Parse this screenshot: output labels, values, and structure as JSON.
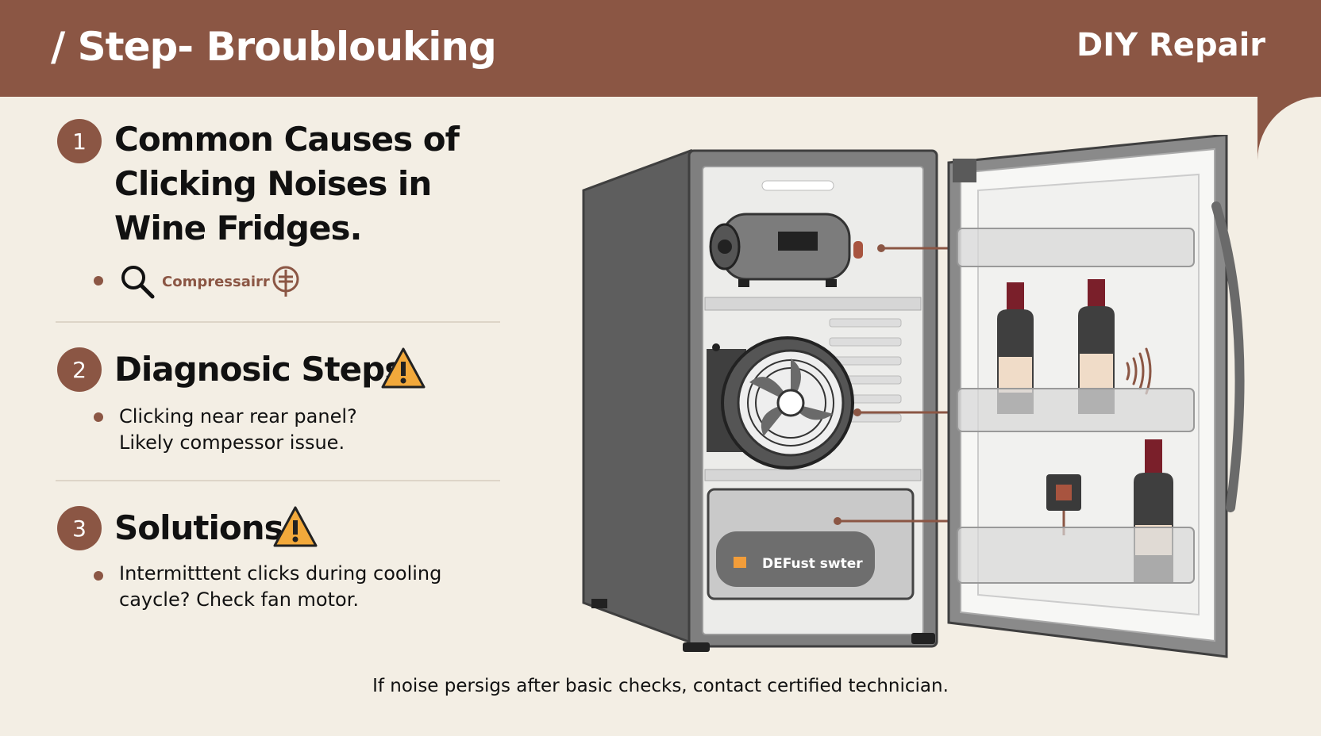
{
  "header": {
    "title": "/ Step- Broublouking",
    "badge": "DIY Repair"
  },
  "sections": [
    {
      "number": "1",
      "title_lines": [
        "Common Causes of",
        "Clicking Noises in",
        "Wine Fridges."
      ],
      "sub_label": "Compressairr"
    },
    {
      "number": "2",
      "title": "Diagnosic Steps",
      "body_lines": [
        "Clicking near rear panel?",
        "Likely compessor issue."
      ]
    },
    {
      "number": "3",
      "title": "Solutions",
      "body_lines": [
        "Intermitttent clicks during cooling",
        "caycle? Check fan motor."
      ]
    }
  ],
  "illustration": {
    "defrost_label": "DEFust swter"
  },
  "footer": "If noise persigs after basic checks, contact certified technician.",
  "colors": {
    "brand": "#8b5644",
    "background": "#f3eee4",
    "warning": "#f2a93b"
  }
}
